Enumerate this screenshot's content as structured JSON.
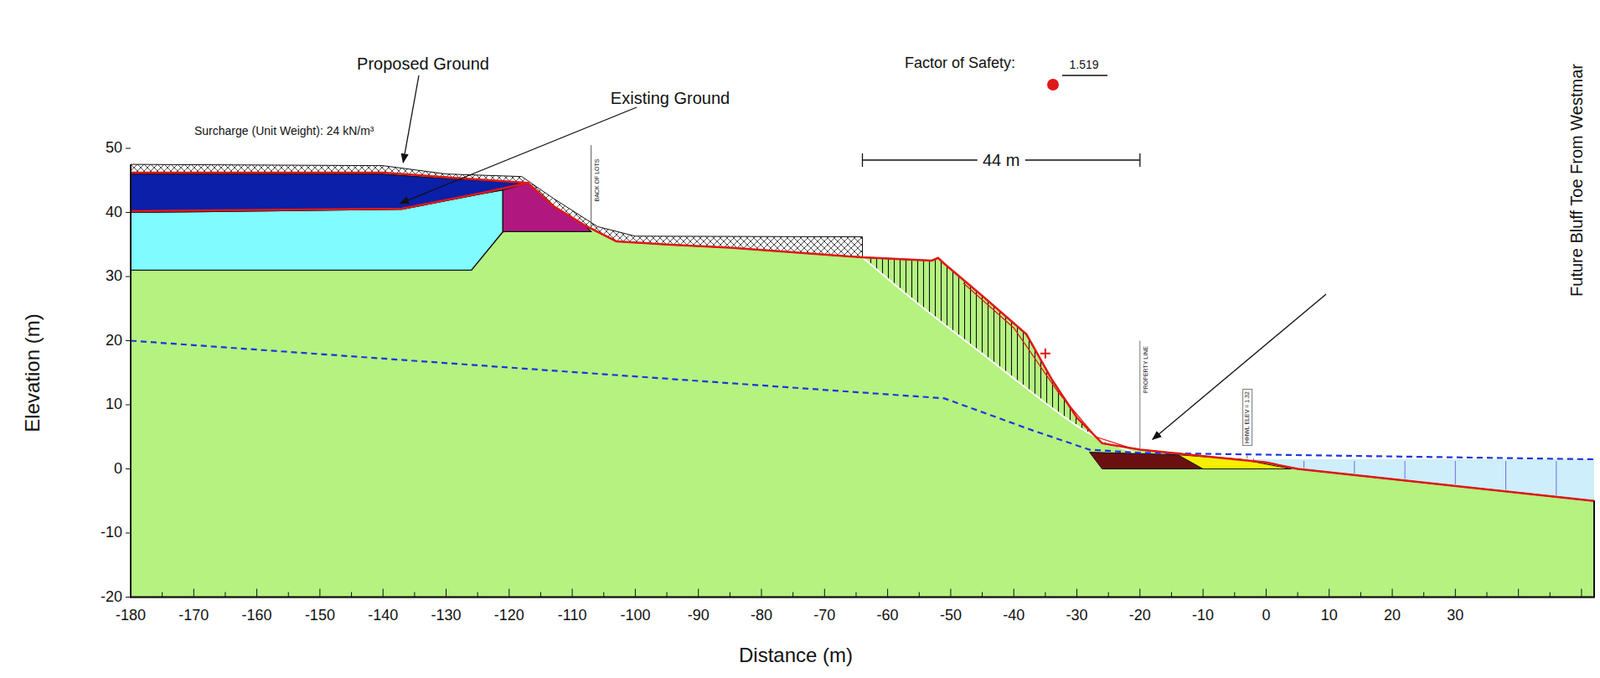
{
  "diagram": {
    "labels": [
      "Proposed Ground",
      "Existing Ground",
      "Surcharge (Unit Weight): 24 kN/m³",
      "Factor of Safety:",
      "1.519",
      "44 m",
      "Future Bluff Toe From Westmar",
      "BACK OF LOTS",
      "PROPERTY LINE",
      "HHWL ELEV = 1.32",
      "Elevation (m)",
      "Distance (m)",
      "50",
      "40",
      "30",
      "20",
      "10",
      "0",
      "-10",
      "-20",
      "-180",
      "-170",
      "-160",
      "-150",
      "-140",
      "-130",
      "-120",
      "-110",
      "-100",
      "-90",
      "-80",
      "-70",
      "-60",
      "-50",
      "-40",
      "-30",
      "-20",
      "-10",
      "0",
      "10",
      "20",
      "30"
    ]
  }
}
